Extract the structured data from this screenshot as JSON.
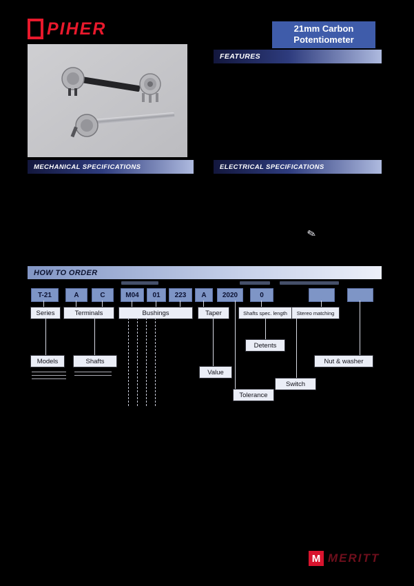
{
  "page": {
    "background": "#000000"
  },
  "header": {
    "brand_logo_text": "PIHER",
    "brand_color": "#e8192c",
    "title_line1": "21mm Carbon",
    "title_line2": "Potentiometer",
    "title_bg": "#3f5caa"
  },
  "sections": {
    "features": "FEATURES",
    "mechanical": "MECHANICAL  SPECIFICATIONS",
    "electrical": "ELECTRICAL  SPECIFICATIONS",
    "how_to_order": "HOW  TO  ORDER"
  },
  "icons": {
    "note": "✎"
  },
  "order_diagram": {
    "codes": [
      "T-21",
      "A",
      "C",
      "M04",
      "01",
      "223",
      "A",
      "2020",
      "0",
      "",
      ""
    ],
    "labels": [
      "Series",
      "Terminals",
      "Bushings",
      "Taper",
      "Shafts spec. length",
      "Stereo matching"
    ],
    "sub_labels": {
      "models": "Models",
      "shafts": "Shafts",
      "value": "Value",
      "tolerance": "Tolerance",
      "detents": "Detents",
      "switch": "Switch",
      "nut_washer": "Nut & washer"
    }
  },
  "footer": {
    "logo_letter": "M",
    "brand_text": "MERITT"
  }
}
